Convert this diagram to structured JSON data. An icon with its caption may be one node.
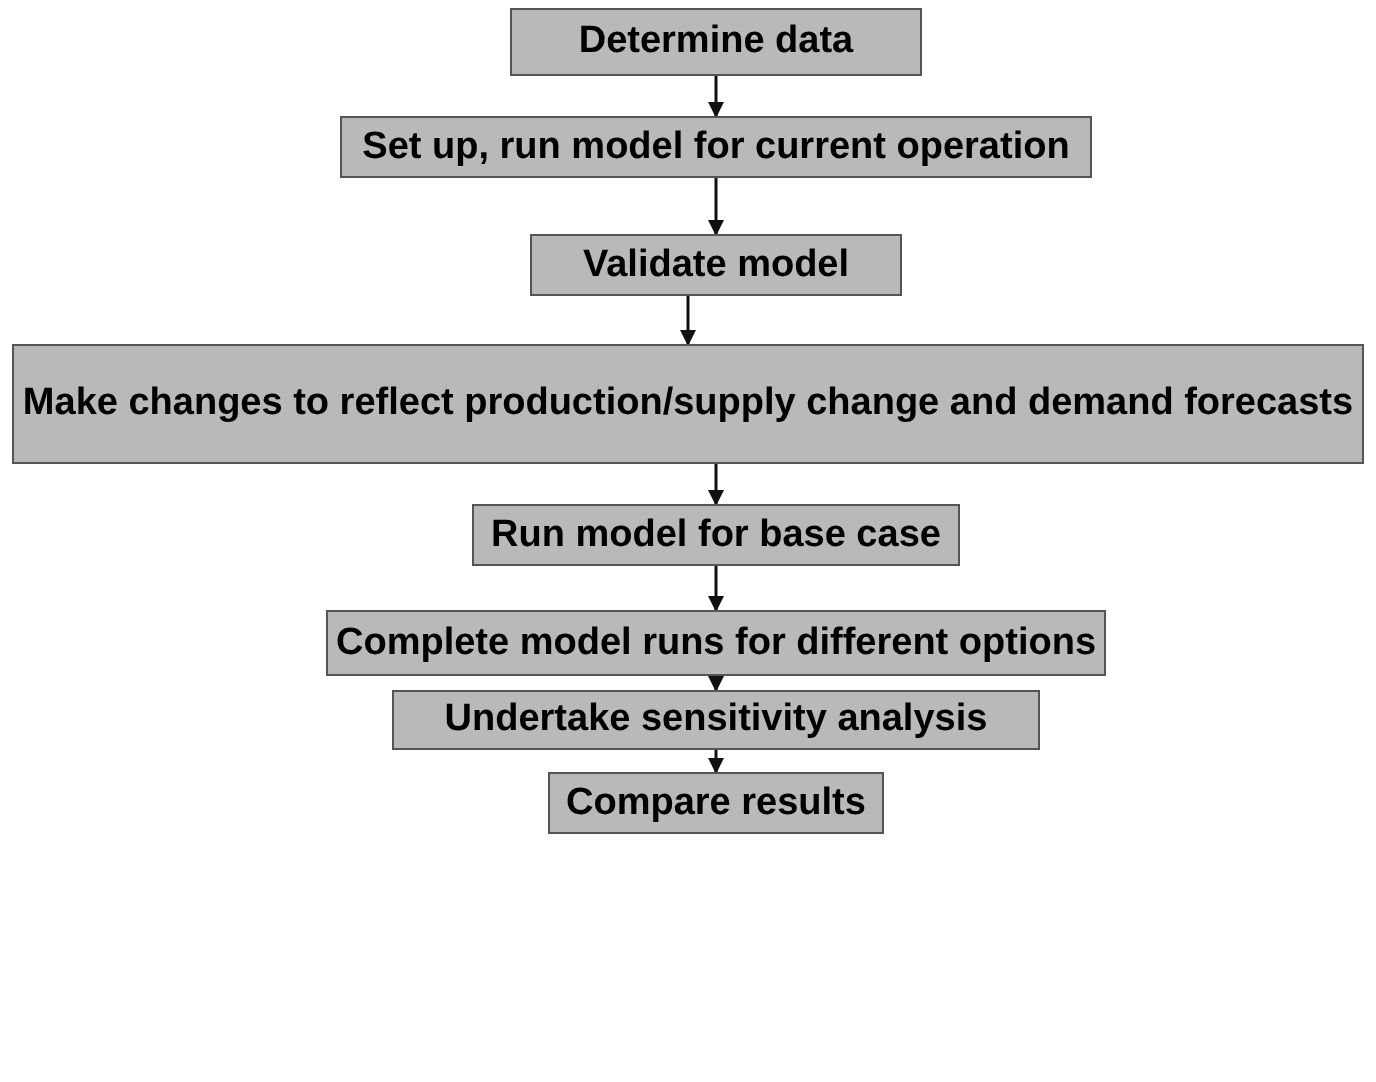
{
  "diagram": {
    "nodes": [
      {
        "text": [
          "Determine data"
        ]
      },
      {
        "text": [
          "Set up, run model for current operation"
        ]
      },
      {
        "text": [
          "Validate model"
        ]
      },
      {
        "text": [
          "Make changes to reflect production/supply change and demand forecasts"
        ]
      },
      {
        "text": [
          "Run model for base case"
        ]
      },
      {
        "text": [
          "Complete model runs for different options"
        ]
      },
      {
        "text": [
          "Undertake sensitivity analysis"
        ]
      },
      {
        "text": [
          "Compare results"
        ]
      }
    ],
    "edges": [
      {
        "from": 0,
        "to": 1,
        "arrow": "to"
      },
      {
        "from": 1,
        "to": 2,
        "arrow": "to"
      },
      {
        "from": 2,
        "to": 3,
        "arrow": "to"
      },
      {
        "from": 3,
        "to": 4,
        "arrow": "to"
      },
      {
        "from": 4,
        "to": 5,
        "arrow": "to"
      },
      {
        "from": 5,
        "to": 6,
        "arrow": "to"
      },
      {
        "from": 6,
        "to": 7,
        "arrow": "to"
      }
    ]
  }
}
